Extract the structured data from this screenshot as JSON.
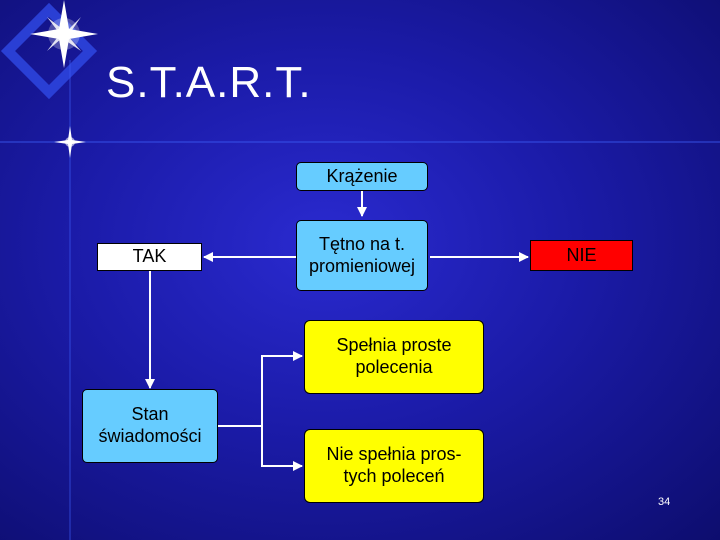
{
  "slide": {
    "title": "S.T.A.R.T.",
    "page_number": "34"
  },
  "boxes": {
    "krazenie": "Krążenie",
    "tak": "TAK",
    "tetno_line1": "Tętno na t.",
    "tetno_line2": "promieniowej",
    "nie": "NIE",
    "spelnia_line1": "Spełnia proste",
    "spelnia_line2": "polecenia",
    "stan_line1": "Stan",
    "stan_line2": "świadomości",
    "nie_spelnia_line1": "Nie spełnia pros-",
    "nie_spelnia_line2": "tych poleceń"
  },
  "colors": {
    "background": "#1b1ba8",
    "light_box": "#66ccff",
    "red_box": "#ff0000",
    "yellow_box": "#ffff00",
    "connector": "#ffffff"
  }
}
